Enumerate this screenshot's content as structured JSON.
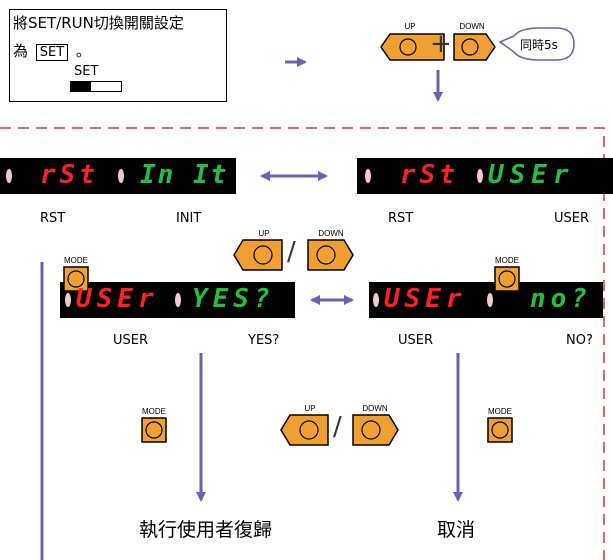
{
  "instruction_box": {
    "line1": "將SET/RUN切換開關設定",
    "line2_prefix": "為",
    "set_box": "SET",
    "line2_suffix": "。",
    "switch_label": "SET"
  },
  "buttons": {
    "up": "UP",
    "down": "DOWN",
    "mode": "MODE"
  },
  "callout": "同時5s",
  "plus": "+",
  "slash": "/",
  "displays": {
    "rst_init": {
      "left": "rSt",
      "right": "In It",
      "left_label": "RST",
      "right_label": "INIT"
    },
    "rst_user": {
      "left": "rSt",
      "right": "USEr",
      "left_label": "RST",
      "right_label": "USER"
    },
    "user_yes": {
      "left": "USEr",
      "right": "YES?",
      "left_label": "USER",
      "right_label": "YES?"
    },
    "user_no": {
      "left": "USEr",
      "right": "no?",
      "left_label": "USER",
      "right_label": "NO?"
    }
  },
  "results": {
    "execute": "執行使用者復歸",
    "cancel": "取消"
  },
  "colors": {
    "button_fill": "#f0a030",
    "arrow": "#6f5fb0",
    "dashed_border": "#e03030",
    "seg_red": "#ff2020",
    "seg_green": "#22c040",
    "display_bg": "#000000"
  }
}
